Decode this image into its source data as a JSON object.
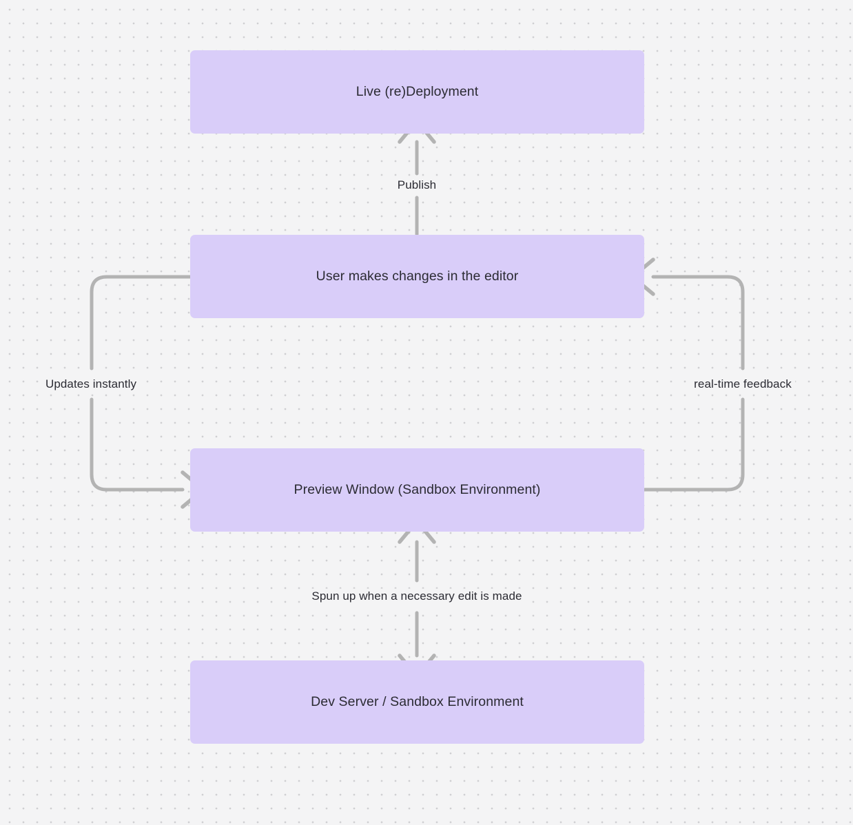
{
  "diagram": {
    "title": "Live deployment preview loop flowchart",
    "background_color": "#f4f4f5",
    "node_color": "#d9cdf9",
    "edge_color": "#b3b3b3",
    "text_color": "#2b2b33",
    "nodes": [
      {
        "id": "live-deployment",
        "label": "Live (re)Deployment"
      },
      {
        "id": "user-edits",
        "label": "User makes changes in the editor"
      },
      {
        "id": "preview-window",
        "label": "Preview Window (Sandbox Environment)"
      },
      {
        "id": "dev-server",
        "label": "Dev Server / Sandbox Environment"
      }
    ],
    "edges": [
      {
        "id": "publish",
        "label": "Publish",
        "from": "user-edits",
        "to": "live-deployment",
        "direction": "up"
      },
      {
        "id": "updates-instantly",
        "label": "Updates instantly",
        "from": "user-edits",
        "to": "preview-window",
        "direction": "down-left-loop"
      },
      {
        "id": "real-time-feedback",
        "label": "real-time feedback",
        "from": "preview-window",
        "to": "user-edits",
        "direction": "up-right-loop"
      },
      {
        "id": "spun-up",
        "label": "Spun up when a necessary edit is made",
        "from": "preview-window",
        "to": "dev-server",
        "direction": "bidirectional"
      }
    ]
  }
}
